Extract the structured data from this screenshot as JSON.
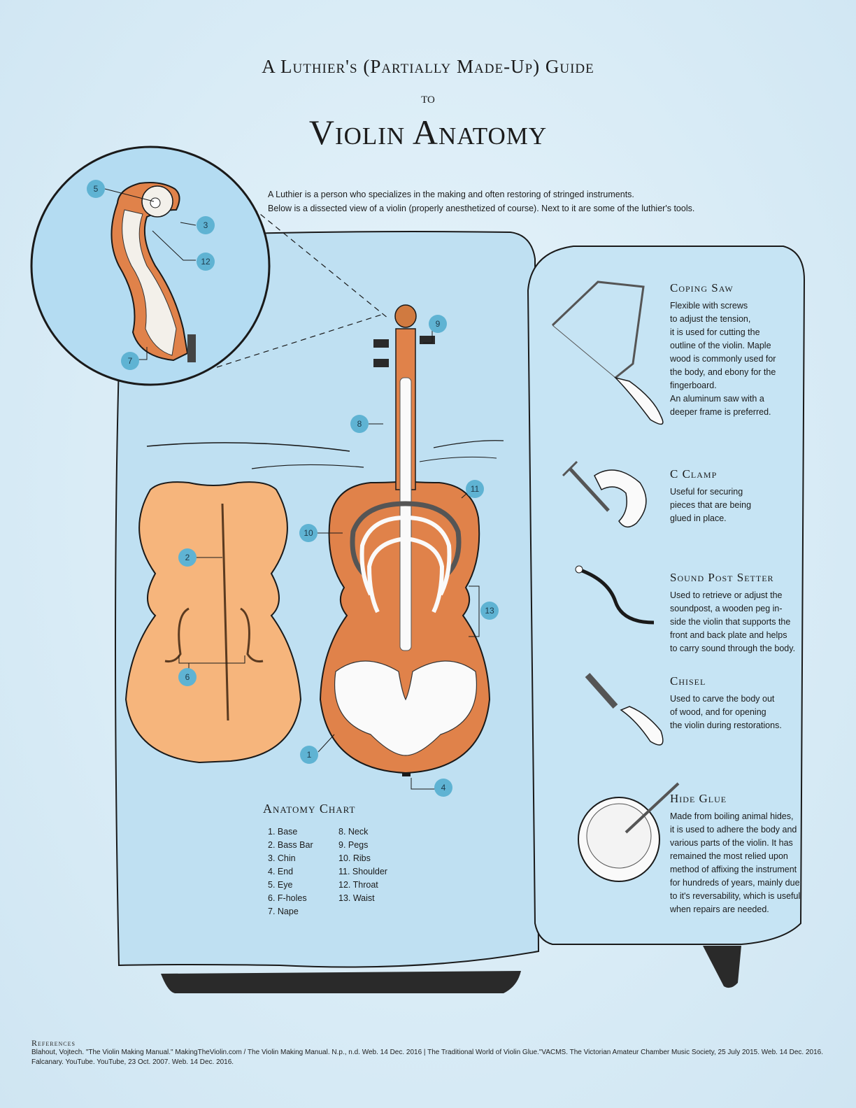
{
  "header": {
    "title_top": "A Luthier's (Partially Made-Up) Guide",
    "title_to": "to",
    "title_main": "Violin Anatomy"
  },
  "intro": {
    "line1": "A Luthier is a person who specializes in the making and often restoring of stringed instruments.",
    "line2": "Below is a dissected view of a violin (properly anesthetized of course). Next to it are some of the luthier's tools."
  },
  "callouts": {
    "c1": "1",
    "c2": "2",
    "c3": "3",
    "c4": "4",
    "c5": "5",
    "c6": "6",
    "c7": "7",
    "c8": "8",
    "c9": "9",
    "c10": "10",
    "c11": "11",
    "c12": "12",
    "c13": "13"
  },
  "anatomy_chart": {
    "title": "Anatomy Chart",
    "col1": [
      "1. Base",
      "2. Bass Bar",
      "3. Chin",
      "4. End",
      "5. Eye",
      "6. F-holes",
      "7. Nape"
    ],
    "col2": [
      "8. Neck",
      "9. Pegs",
      "10. Ribs",
      "11. Shoulder",
      "12. Throat",
      "13. Waist"
    ]
  },
  "tools": [
    {
      "title": "Coping Saw",
      "lines": [
        "Flexible with screws",
        "to adjust the tension,",
        "it is used for cutting the",
        "outline of the violin. Maple",
        "wood is commonly used for",
        "the body, and ebony for the",
        "fingerboard.",
        "An aluminum saw with a",
        "deeper frame is preferred."
      ]
    },
    {
      "title": "C Clamp",
      "lines": [
        "Useful for securing",
        "pieces that are being",
        "glued in place."
      ]
    },
    {
      "title": "Sound Post Setter",
      "lines": [
        "Used to retrieve or adjust the",
        "soundpost, a wooden peg in-",
        "side the violin that supports the",
        "front and back plate and helps",
        "to carry sound through the body."
      ]
    },
    {
      "title": "Chisel",
      "lines": [
        "Used to carve the body out",
        "of wood, and for opening",
        "the violin during restorations."
      ]
    },
    {
      "title": "Hide Glue",
      "lines": [
        "Made from boiling animal hides,",
        "it is used to adhere the body and",
        "various parts of the violin. It has",
        "remained the most relied upon",
        "method of affixing the instrument",
        "for hundreds of years, mainly due",
        "to it's reversability, which is useful",
        "when repairs are needed."
      ]
    }
  ],
  "references": {
    "title": "References",
    "line1": "Blahout, Vojtech. \"The Violin Making Manual.\" MakingTheViolin.com / The Violin Making Manual. N.p., n.d. Web. 14 Dec. 2016 | The Traditional World of Violin Glue.\"VACMS. The Victorian Amateur Chamber Music Society, 25 July 2015. Web. 14 Dec. 2016.",
    "line2": "Falcanary. YouTube. YouTube, 23 Oct. 2007. Web. 14 Dec. 2016."
  },
  "colors": {
    "cloth": "#bfe0f2",
    "wood": "#f6b57c",
    "wood_dark": "#e0824a",
    "badge": "#5fb3d3",
    "bone": "#fafafa"
  }
}
